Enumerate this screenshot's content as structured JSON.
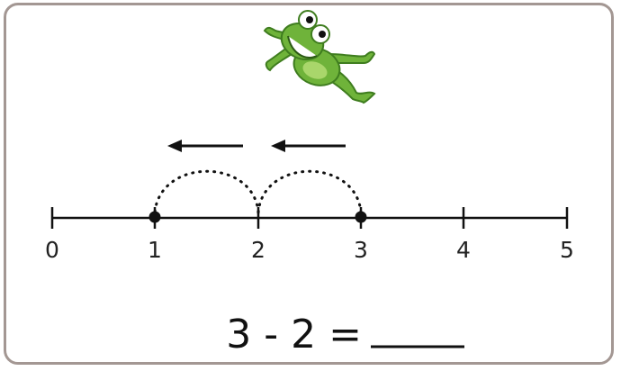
{
  "number_line": {
    "ticks": [
      "0",
      "1",
      "2",
      "3",
      "4",
      "5"
    ],
    "marked_points": [
      1,
      3
    ],
    "jumps": [
      {
        "from": 3,
        "to": 2
      },
      {
        "from": 2,
        "to": 1
      }
    ],
    "direction": "left"
  },
  "equation": {
    "text": "3 - 2 ="
  },
  "illustration": {
    "icon": "frog-icon"
  },
  "colors": {
    "border": "#a39793",
    "frog_green": "#6fb33a",
    "frog_dark": "#3f7d1f",
    "ink": "#111111"
  }
}
